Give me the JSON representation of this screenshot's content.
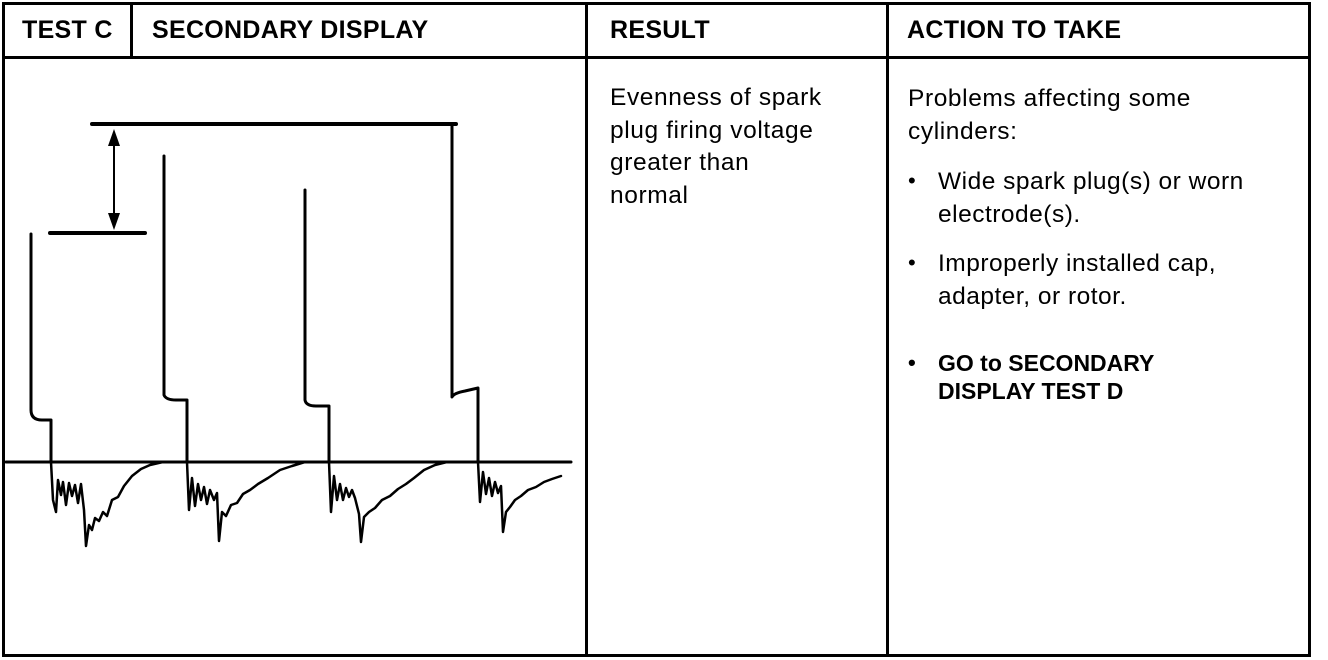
{
  "header": {
    "test_label": "TEST C",
    "display_label": "SECONDARY DISPLAY",
    "result_label": "RESULT",
    "action_label": "ACTION TO TAKE"
  },
  "result": {
    "line1": "Evenness of spark",
    "line2": "plug firing voltage",
    "line3": "greater than",
    "line4": "normal"
  },
  "action": {
    "intro_line1": "Problems affecting some",
    "intro_line2": "cylinders:",
    "items": [
      {
        "bullet": "•",
        "line1": "Wide spark plug(s) or worn",
        "line2": "electrode(s)."
      },
      {
        "bullet": "•",
        "line1": "Improperly installed cap,",
        "line2": "adapter, or rotor."
      },
      {
        "bullet": "•",
        "line1": "GO to SECONDARY",
        "line2": "DISPLAY TEST D"
      }
    ]
  },
  "colors": {
    "ink": "#000000",
    "paper": "#ffffff"
  }
}
